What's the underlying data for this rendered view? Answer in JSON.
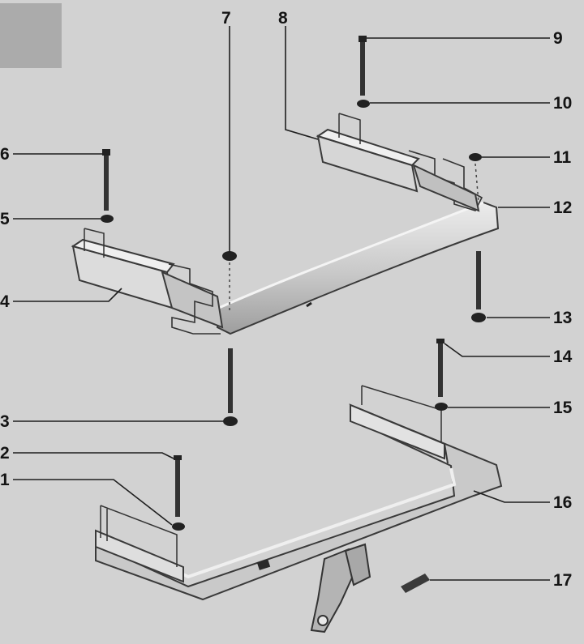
{
  "figure": {
    "callouts": [
      "1",
      "2",
      "3",
      "4",
      "5",
      "6",
      "7",
      "8",
      "9",
      "10",
      "11",
      "12",
      "13",
      "14",
      "15",
      "16",
      "17"
    ]
  },
  "colors": {
    "background": "#d2d2d2",
    "ink": "#141414",
    "part_fill_light": "#e4e4e4",
    "part_fill_mid": "#bdbdbd",
    "part_fill_dark": "#9a9a9a"
  }
}
